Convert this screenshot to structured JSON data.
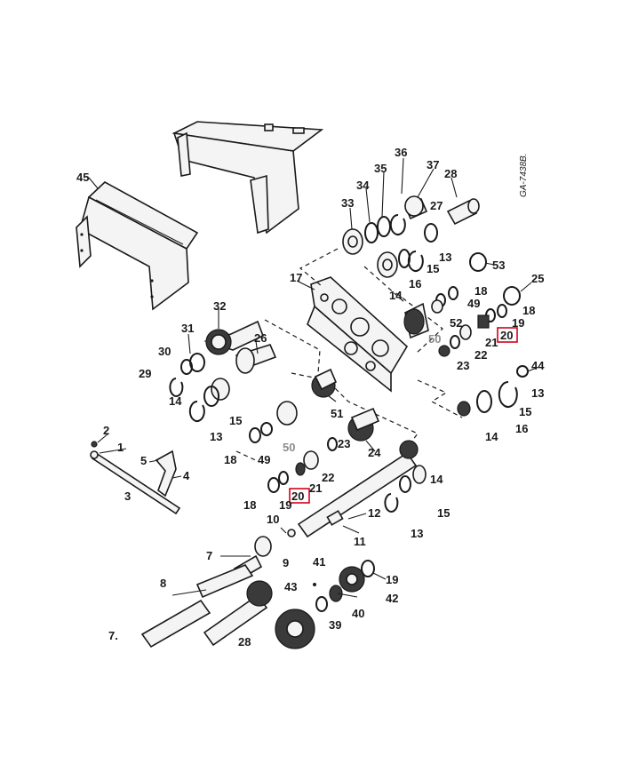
{
  "drawing_code": "GA-7438B.",
  "highlight_color": "#d0021b",
  "callout_gray": "#8c8c8c",
  "labels": {
    "l1": "1",
    "l2": "2",
    "l3": "3",
    "l4": "4",
    "l5": "5",
    "l7a": "7",
    "l7b": "7.",
    "l8": "8",
    "l9": "9",
    "l10": "10",
    "l11": "11",
    "l12": "12",
    "l13a": "13",
    "l13b": "13",
    "l13c": "13",
    "l13d": "13",
    "l14a": "14",
    "l14b": "14",
    "l14c": "14",
    "l14d": "14",
    "l15a": "15",
    "l15b": "15",
    "l15c": "15",
    "l15d": "15",
    "l16a": "16",
    "l16b": "16",
    "l17": "17",
    "l18a": "18",
    "l18b": "18",
    "l18c": "18",
    "l18d": "18",
    "l19a": "19",
    "l19b": "19",
    "l19c": "19",
    "l20a": "20",
    "l20b": "20",
    "l21a": "21",
    "l21b": "21",
    "l22a": "22",
    "l22b": "22",
    "l23a": "23",
    "l23b": "23",
    "l24": "24",
    "l25": "25",
    "l26": "26",
    "l27": "27",
    "l28a": "28",
    "l28b": "28",
    "l29": "29",
    "l30": "30",
    "l31": "31",
    "l32": "32",
    "l33": "33",
    "l34": "34",
    "l35": "35",
    "l36": "36",
    "l37": "37",
    "l39": "39",
    "l40": "40",
    "l41": "41",
    "l42": "42",
    "l43": "43",
    "l44": "44",
    "l45": "45",
    "l49a": "49",
    "l49b": "49",
    "l50a": "50",
    "l50b": "50",
    "l51": "51",
    "l52": "52",
    "l53": "53"
  }
}
